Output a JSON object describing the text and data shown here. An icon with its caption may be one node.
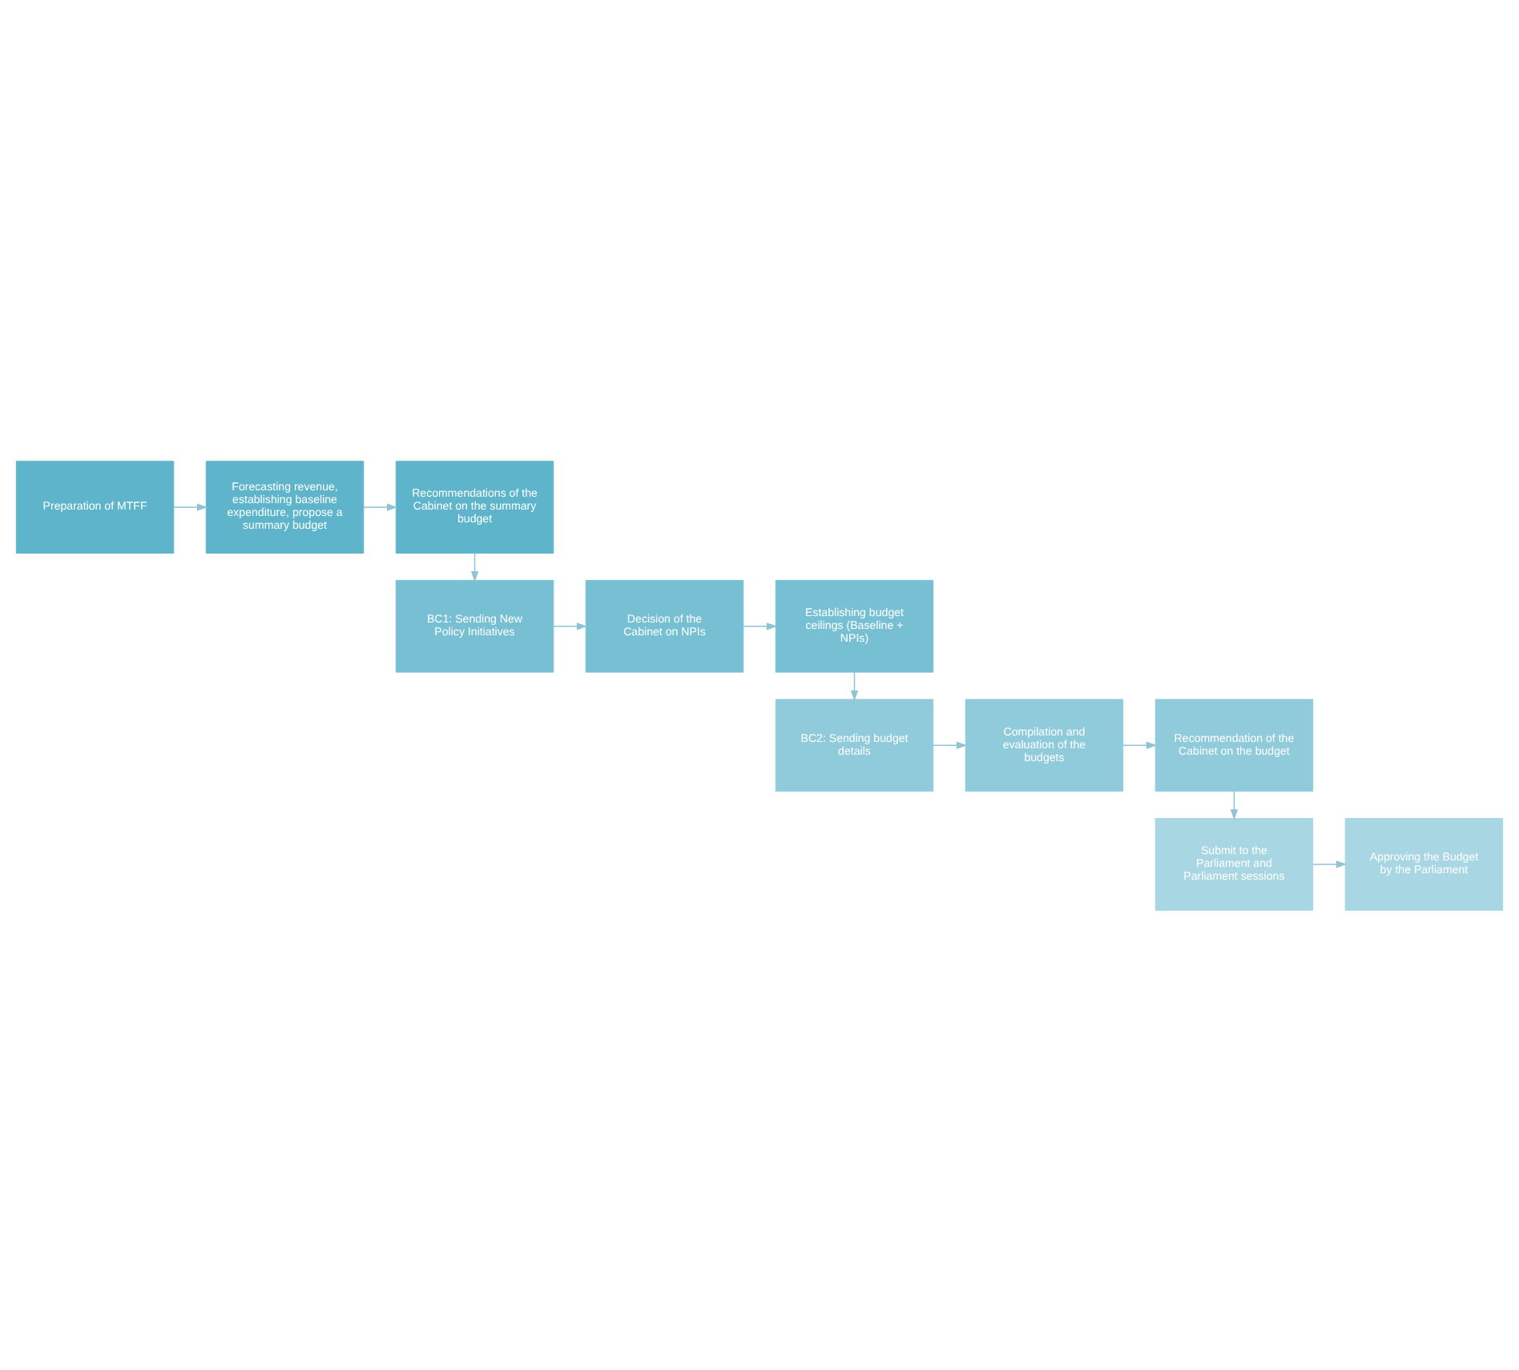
{
  "diagram": {
    "nodes": [
      {
        "text": [
          "Preparation of MTFF"
        ]
      },
      {
        "text": [
          "Forecasting revenue, establishing baseline expenditure, propose a summary budget"
        ]
      },
      {
        "text": [
          "Recommendations of the Cabinet on the summary budget"
        ]
      },
      {
        "text": [
          "BC1: Sending New Policy Initiatives"
        ]
      },
      {
        "text": [
          "Decision of the Cabinet on NPIs"
        ]
      },
      {
        "text": [
          "Establishing budget ceilings (Baseline + NPIs)"
        ]
      },
      {
        "text": [
          "BC2: Sending budget details"
        ]
      },
      {
        "text": [
          "Compilation and evaluation of the budgets"
        ]
      },
      {
        "text": [
          "Recommendation of the Cabinet on the budget"
        ]
      },
      {
        "text": [
          "Submit to the Parliament and Parliament sessions"
        ]
      },
      {
        "text": [
          "Approving the Budget by the Parliament"
        ]
      }
    ],
    "edges": [
      {
        "from": 0,
        "to": 1,
        "arrow": "to"
      },
      {
        "from": 1,
        "to": 2,
        "arrow": "to"
      },
      {
        "from": 2,
        "to": 3,
        "arrow": "to"
      },
      {
        "from": 3,
        "to": 4,
        "arrow": "to"
      },
      {
        "from": 4,
        "to": 5,
        "arrow": "to"
      },
      {
        "from": 5,
        "to": 6,
        "arrow": "to"
      },
      {
        "from": 6,
        "to": 7,
        "arrow": "to"
      },
      {
        "from": 7,
        "to": 8,
        "arrow": "to"
      },
      {
        "from": 8,
        "to": 9,
        "arrow": "to"
      },
      {
        "from": 9,
        "to": 10,
        "arrow": "to"
      }
    ]
  }
}
